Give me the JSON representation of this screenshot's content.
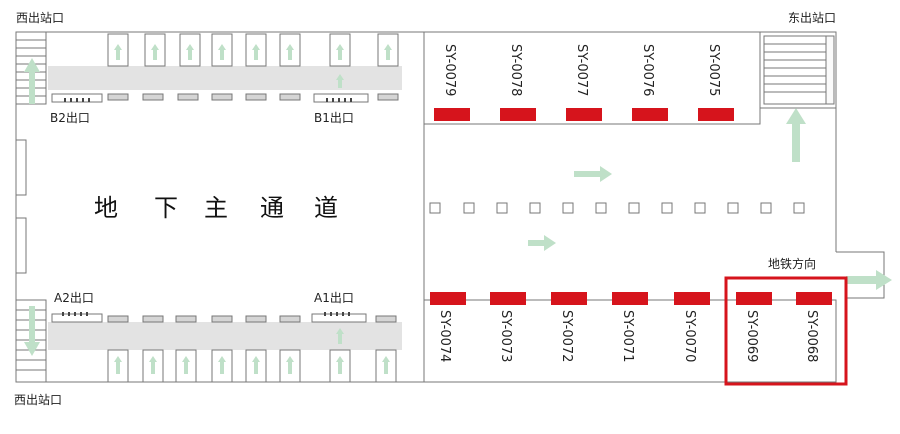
{
  "labels": {
    "west_exit_top": "西出站口",
    "east_exit": "东出站口",
    "west_exit_bottom": "西出站口",
    "b2": "B2出口",
    "b1": "B1出口",
    "a2": "A2出口",
    "a1": "A1出口",
    "main_passage_chars": [
      "地",
      "下",
      "主",
      "通",
      "道"
    ],
    "metro_direction": "地铁方向"
  },
  "shops_top": [
    "SY-0079",
    "SY-0078",
    "SY-0077",
    "SY-0076",
    "SY-0075"
  ],
  "shops_bottom": [
    "SY-0074",
    "SY-0073",
    "SY-0072",
    "SY-0071",
    "SY-0070",
    "SY-0069",
    "SY-0068"
  ],
  "highlight": {
    "shops": [
      "SY-0069",
      "SY-0068"
    ],
    "color": "#d6141c"
  },
  "colors": {
    "shop_marker": "#d6141c",
    "arrow": "#bfe0c8",
    "band": "#e3e3e3",
    "outline": "#777777"
  }
}
